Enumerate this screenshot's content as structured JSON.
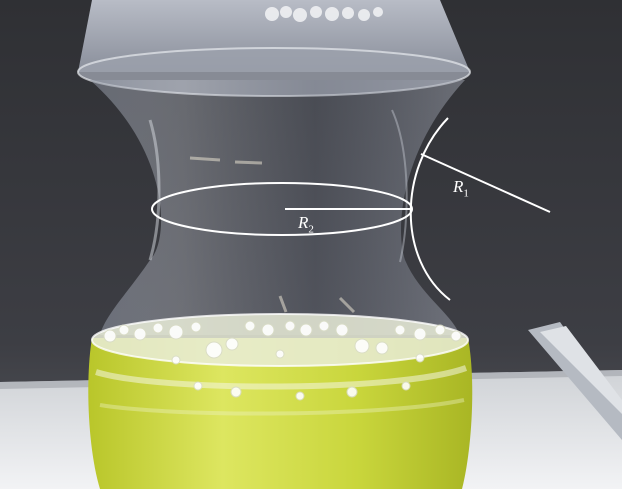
{
  "annotations": {
    "r1": {
      "symbol": "R",
      "subscript": "1"
    },
    "r2": {
      "symbol": "R",
      "subscript": "2"
    }
  },
  "colors": {
    "background_wall": "#3a3b40",
    "table_surface": "#e4e6e9",
    "liquid": "#c8d63a",
    "glass": "#9aa0ad",
    "annotation_line": "#ffffff"
  }
}
